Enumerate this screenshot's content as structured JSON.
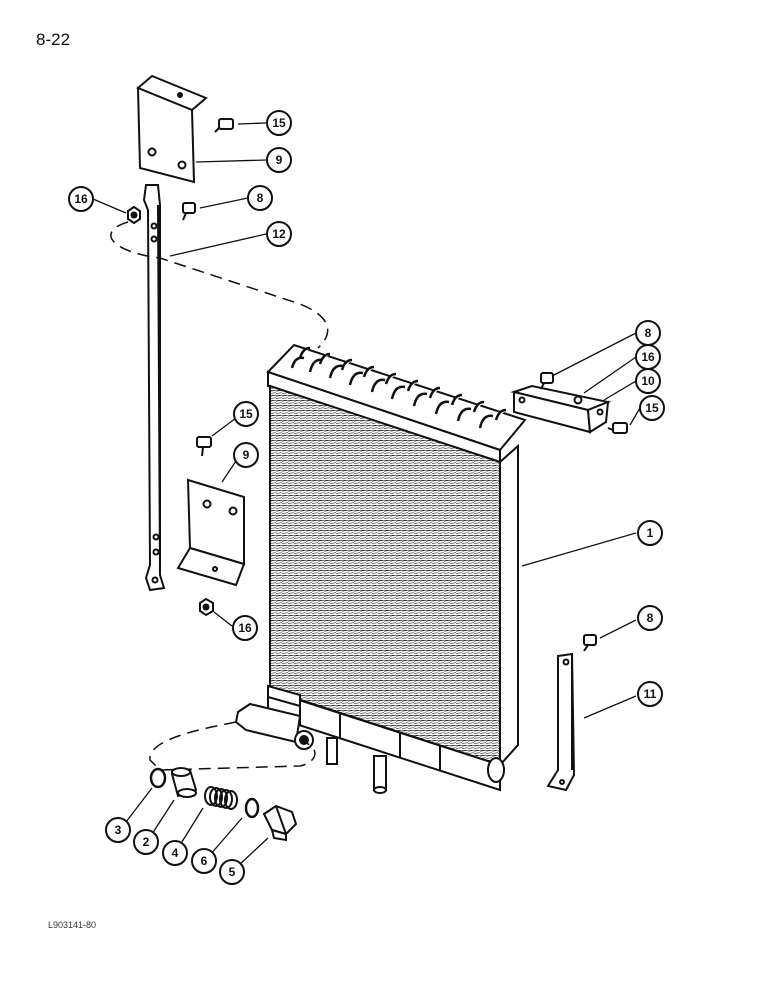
{
  "page": {
    "number": "8-22",
    "figure_code": "L903141-80"
  },
  "parts_diagram": {
    "callouts": [
      {
        "id": "c15a",
        "number": "15"
      },
      {
        "id": "c9a",
        "number": "9"
      },
      {
        "id": "c16a",
        "number": "16"
      },
      {
        "id": "c8a",
        "number": "8"
      },
      {
        "id": "c12",
        "number": "12"
      },
      {
        "id": "c8b",
        "number": "8"
      },
      {
        "id": "c16b",
        "number": "16"
      },
      {
        "id": "c10",
        "number": "10"
      },
      {
        "id": "c15b",
        "number": "15"
      },
      {
        "id": "c15c",
        "number": "15"
      },
      {
        "id": "c9b",
        "number": "9"
      },
      {
        "id": "c1",
        "number": "1"
      },
      {
        "id": "c16c",
        "number": "16"
      },
      {
        "id": "c8c",
        "number": "8"
      },
      {
        "id": "c11",
        "number": "11"
      },
      {
        "id": "c3",
        "number": "3"
      },
      {
        "id": "c2",
        "number": "2"
      },
      {
        "id": "c4",
        "number": "4"
      },
      {
        "id": "c6",
        "number": "6"
      },
      {
        "id": "c5",
        "number": "5"
      }
    ]
  }
}
